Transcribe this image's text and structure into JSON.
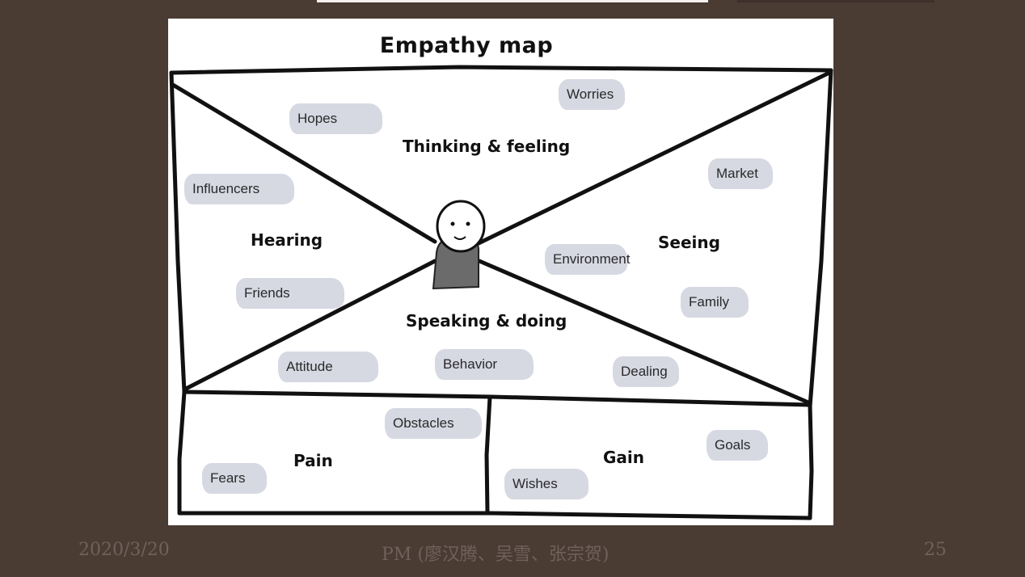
{
  "slide": {
    "map": {
      "title": "Empathy map",
      "headings": {
        "thinking_feeling": "Thinking & feeling",
        "hearing": "Hearing",
        "seeing": "Seeing",
        "speaking_doing": "Speaking & doing",
        "pain": "Pain",
        "gain": "Gain"
      },
      "tags": {
        "hopes": "Hopes",
        "worries": "Worries",
        "influencers": "Influencers",
        "market": "Market",
        "environment": "Environment",
        "friends": "Friends",
        "family": "Family",
        "attitude": "Attitude",
        "behavior": "Behavior",
        "dealing": "Dealing",
        "obstacles": "Obstacles",
        "fears": "Fears",
        "goals": "Goals",
        "wishes": "Wishes"
      }
    },
    "footer": {
      "date": "2020/3/20",
      "center": "PM (廖汉腾、吴雪、张宗贺)",
      "page_number": "25"
    }
  },
  "colors": {
    "slide_background": "#4a3b33",
    "tag_fill": "#d6d8e2",
    "footer_text": "#6e625b"
  }
}
